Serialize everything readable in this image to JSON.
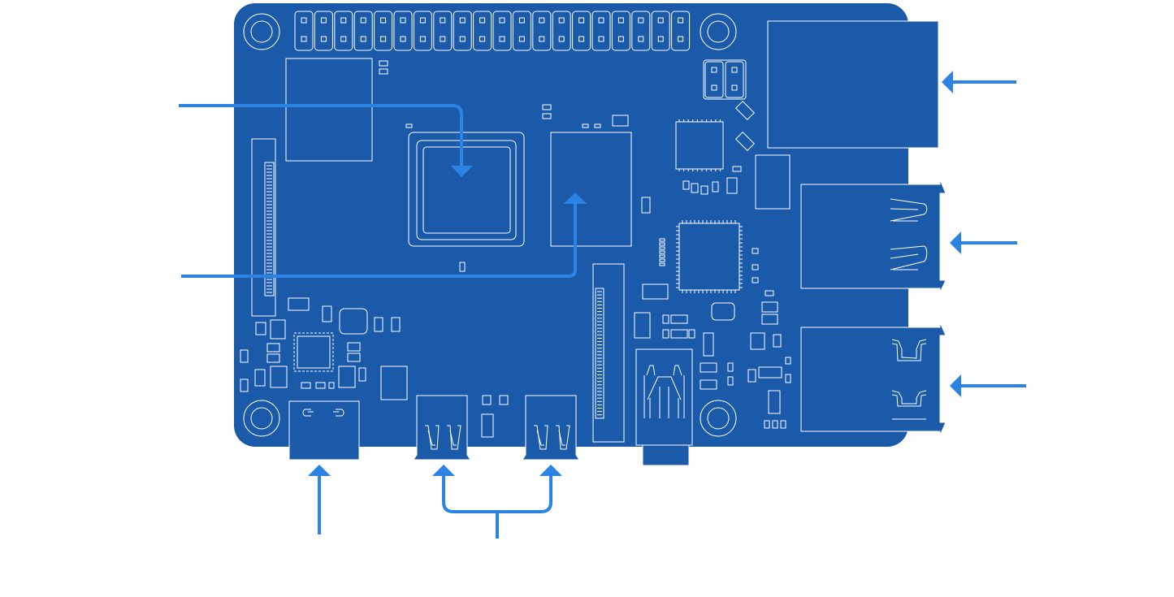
{
  "diagram": {
    "colors": {
      "board": "#1a5aa8",
      "outline": "#ffffff",
      "arrow": "#2b84e4",
      "background": "#ffffff"
    },
    "components": [
      {
        "id": "soc",
        "name": "processor"
      },
      {
        "id": "ram",
        "name": "memory"
      },
      {
        "id": "ethernet",
        "name": "ethernet-port"
      },
      {
        "id": "usb3",
        "name": "usb3-ports"
      },
      {
        "id": "usb2",
        "name": "usb2-ports"
      },
      {
        "id": "usbc",
        "name": "usb-c-power"
      },
      {
        "id": "microhdmi",
        "name": "micro-hdmi-ports"
      },
      {
        "id": "gpio",
        "name": "gpio-header"
      },
      {
        "id": "audio",
        "name": "audio-jack"
      },
      {
        "id": "csi",
        "name": "camera-connector"
      },
      {
        "id": "dsi",
        "name": "display-connector"
      }
    ],
    "callout_count": 7
  }
}
